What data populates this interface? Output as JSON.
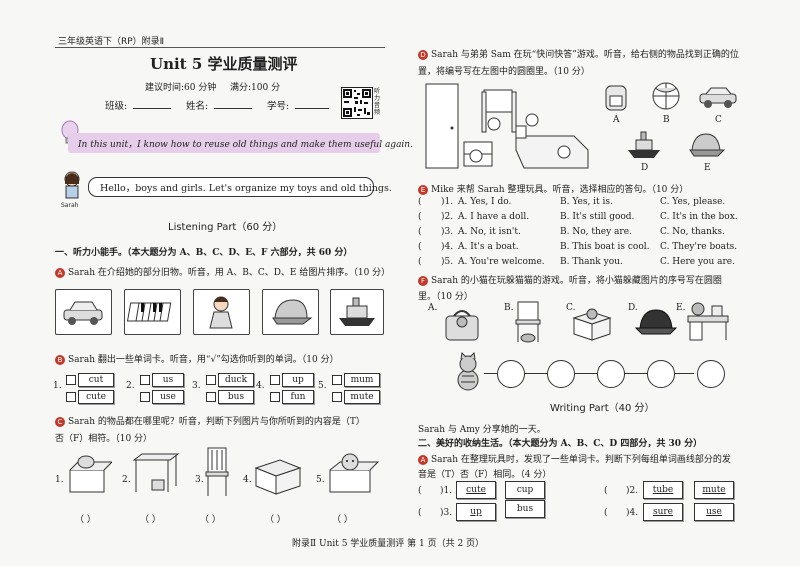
{
  "header": {
    "grade_tag": "三年级英语下（RP）附录Ⅱ"
  },
  "title": "Unit 5  学业质量测评",
  "meta": {
    "time": "建议时间:60 分钟",
    "score": "满分:100 分",
    "class_label": "班级:",
    "name_label": "姓名:",
    "id_label": "学号:",
    "audio_label": "听力音频"
  },
  "intro_banner": "In this unit，I know how to reuse old things and make them useful again.",
  "speech": "Hello，boys and girls.  Let's organize my toys and old things.",
  "speaker": "Sarah",
  "listening": {
    "title": "Listening Part（60 分）",
    "section1": "一、听力小能手。（本大题分为 A、B、C、D、E、F 六部分，共 60 分）",
    "A": {
      "badge": "A",
      "text": "Sarah 在介绍她的部分旧物。听音，用 A、B、C、D、E 给图片排序。（10 分）",
      "icons": [
        "car-icon",
        "piano-icon",
        "doll-icon",
        "cap-icon",
        "boat-icon"
      ]
    },
    "B": {
      "badge": "B",
      "text": "Sarah 翻出一些单词卡。听音，用“√”勾选你听到的单词。（10 分）",
      "pairs": [
        {
          "n": "1.",
          "a": "cut",
          "b": "cute"
        },
        {
          "n": "2.",
          "a": "us",
          "b": "use"
        },
        {
          "n": "3.",
          "a": "duck",
          "b": "bus"
        },
        {
          "n": "4.",
          "a": "up",
          "b": "fun"
        },
        {
          "n": "5.",
          "a": "mum",
          "b": "mute"
        }
      ]
    },
    "C": {
      "badge": "C",
      "text1": "Sarah 的物品都在哪里呢？听音，判断下列图片与你所听到的内容是（T）",
      "text2": "否（F）相符。（10 分）",
      "nums": [
        "1.",
        "2.",
        "3.",
        "4.",
        "5."
      ],
      "paren": "（   ）"
    },
    "D": {
      "badge": "D",
      "text1": "Sarah 与弟弟 Sam 在玩“快问快答”游戏。听音，给右侧的物品找到正确的位",
      "text2": "置，将编号写在左图中的圆圈里。（10 分）",
      "letters": [
        "A",
        "B",
        "C",
        "D",
        "E"
      ]
    },
    "E": {
      "badge": "E",
      "text": "Mike 来帮 Sarah 整理玩具。听音，选择相应的答句。（10 分）",
      "rows": [
        {
          "n": ")1.",
          "a": "A. Yes, I do.",
          "b": "B. Yes, it is.",
          "c": "C. Yes, please."
        },
        {
          "n": ")2.",
          "a": "A. I have a doll.",
          "b": "B. It's still good.",
          "c": "C. It's in the box."
        },
        {
          "n": ")3.",
          "a": "A. No, it isn't.",
          "b": "B. No, they are.",
          "c": "C. No, thanks."
        },
        {
          "n": ")4.",
          "a": "A. It's a boat.",
          "b": "B. This boat is cool.",
          "c": "C. They're boats."
        },
        {
          "n": ")5.",
          "a": "A. You're welcome.",
          "b": "B. Thank you.",
          "c": "C. Here you are."
        }
      ]
    },
    "F": {
      "badge": "F",
      "text1": "Sarah 的小猫在玩躲猫猫的游戏。听音，将小猫躲藏图片的序号写在圆圈",
      "text2": "里。（10 分）",
      "letters": [
        "A.",
        "B.",
        "C.",
        "D.",
        "E."
      ]
    }
  },
  "writing": {
    "title": "Writing Part（40 分）",
    "intro": "Sarah 与 Amy 分享她的一天。",
    "section2": "二、美好的收纳生活。（本大题分为 A、B、C、D 四部分，共 30 分）",
    "A": {
      "badge": "A",
      "text1": "Sarah 在整理玩具时，发现了一些单词卡。判断下列每组单词画线部分的发",
      "text2": "音是（T）否（F）相同。（4 分）",
      "items": [
        {
          "n": ")1.",
          "a": "cute",
          "b": "cup"
        },
        {
          "n": ")2.",
          "a": "tube",
          "b": "mute"
        },
        {
          "n": ")3.",
          "a": "up",
          "b": "bus"
        },
        {
          "n": ")4.",
          "a": "sure",
          "b": "use"
        }
      ]
    }
  },
  "footer": "附录Ⅱ   Unit 5   学业质量测评    第 1 页（共 2 页）"
}
